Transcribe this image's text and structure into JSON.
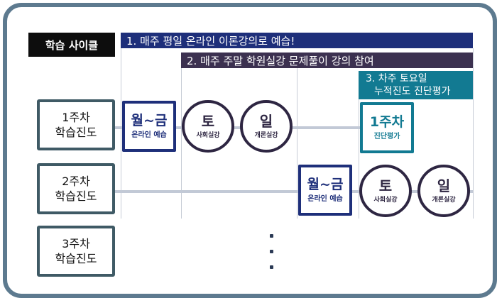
{
  "title": "학습 사이클",
  "steps": [
    {
      "line1": "1. 매주 평일 온라인 이론강의로 예습!",
      "line2": ""
    },
    {
      "line1": "2. 매주 주말 학원실강 문제풀이 강의 참여",
      "line2": ""
    },
    {
      "line1": "3. 차주 토요일",
      "line2": "누적진도 진단평가"
    }
  ],
  "weeks": [
    {
      "line1": "1주차",
      "line2": "학습진도"
    },
    {
      "line1": "2주차",
      "line2": "학습진도"
    },
    {
      "line1": "3주차",
      "line2": "학습진도"
    }
  ],
  "week1": {
    "prep": {
      "big": "월~금",
      "small": "온라인 예습"
    },
    "sat": {
      "big": "토",
      "small": "사회실강"
    },
    "sun": {
      "big": "일",
      "small": "개론실강"
    },
    "diag": {
      "big": "1주차",
      "small": "진단평가"
    }
  },
  "week2": {
    "prep": {
      "big": "월~금",
      "small": "온라인 예습"
    },
    "sat": {
      "big": "토",
      "small": "사회실강"
    },
    "sun": {
      "big": "일",
      "small": "개론실강"
    }
  },
  "colors": {
    "step1": "#1e2f7a",
    "step2": "#3c3150",
    "step3": "#127a92",
    "week_border": "#3f5a65",
    "frame": "#5d7a8f"
  }
}
